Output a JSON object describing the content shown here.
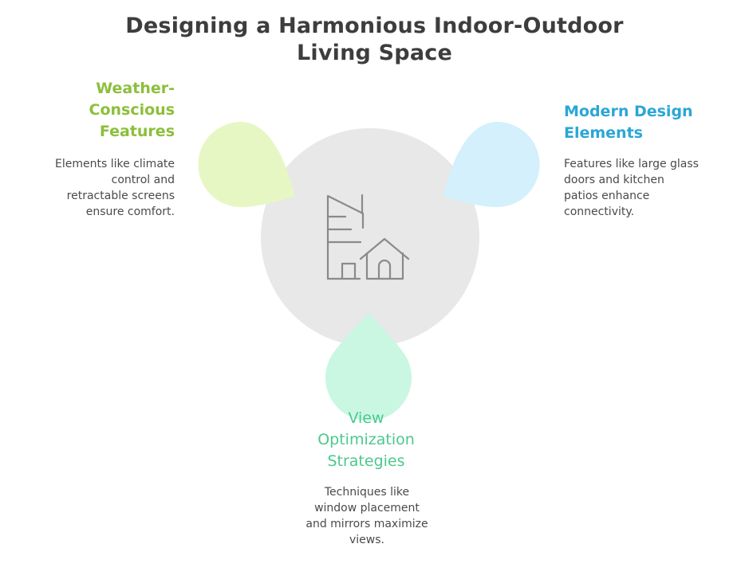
{
  "title": {
    "line1": "Designing a Harmonious Indoor-Outdoor",
    "line2": "Living Space"
  },
  "colors": {
    "center_circle": "#e8e8e8",
    "left_accent": "#8cbf3a",
    "left_fill": "#e6f7c4",
    "right_accent": "#2aa6d6",
    "right_fill": "#d3f0fc",
    "bottom_accent": "#4cc98c",
    "bottom_fill": "#c9f7e2",
    "icon_stroke": "#8a8a8a"
  },
  "center": {
    "icon": "building-and-house-icon"
  },
  "sections": {
    "left": {
      "heading_lines": [
        "Weather-",
        "Conscious",
        "Features"
      ],
      "desc_lines": [
        "Elements like climate",
        "control and",
        "retractable screens",
        "ensure comfort."
      ]
    },
    "right": {
      "heading_lines": [
        "Modern Design",
        "Elements"
      ],
      "desc_lines": [
        "Features like large glass",
        "doors and kitchen",
        "patios enhance",
        "connectivity."
      ]
    },
    "bottom": {
      "heading_lines": [
        "View",
        "Optimization",
        "Strategies"
      ],
      "desc_lines": [
        "Techniques like",
        "window placement",
        "and mirrors maximize",
        "views."
      ]
    }
  }
}
